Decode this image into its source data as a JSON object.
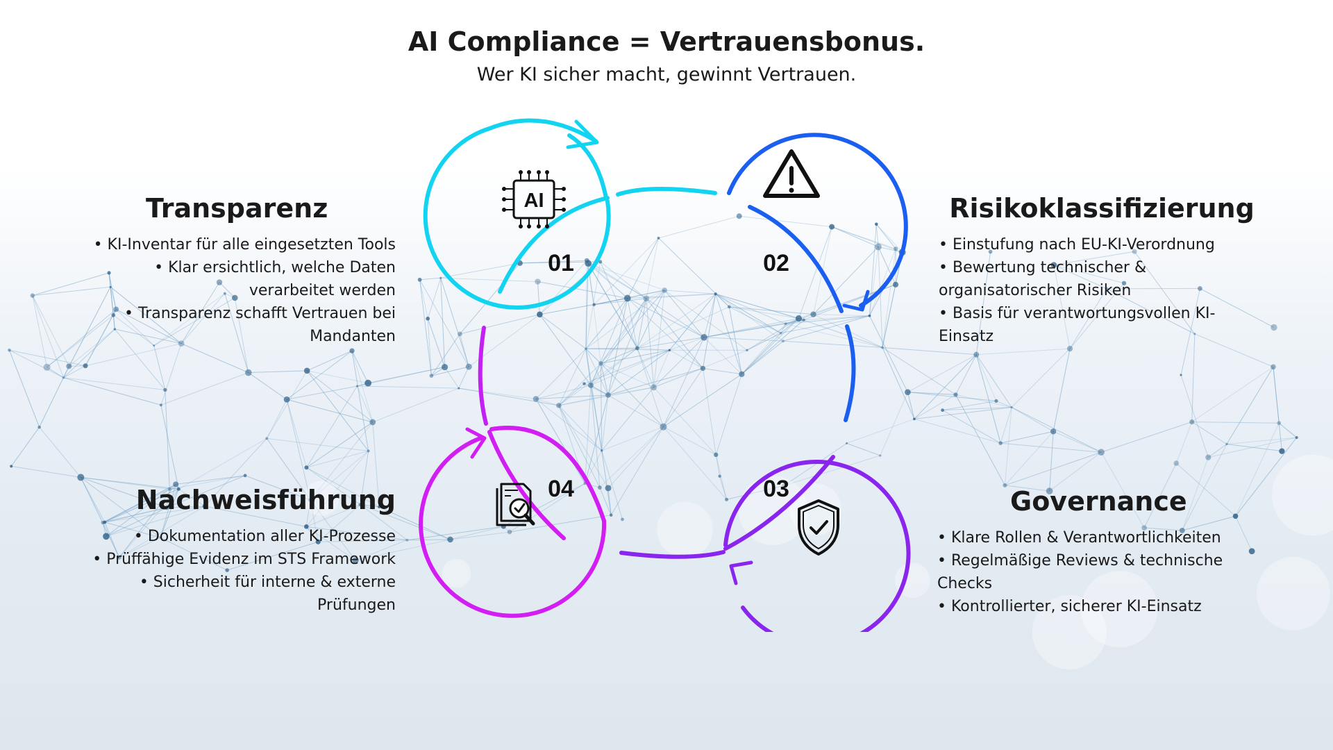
{
  "title": "AI Compliance = Vertrauensbonus.",
  "subtitle": "Wer KI sicher macht, gewinnt Vertrauen.",
  "colors": {
    "cyan": "#12d4f1",
    "blue": "#1a5ff0",
    "violet": "#8a25ee",
    "magenta": "#d21ef2"
  },
  "steps": [
    {
      "number": "01",
      "icon": "ai-chip-icon",
      "icon_text": "AI",
      "heading": "Transparenz",
      "items": [
        "• KI-Inventar für alle eingesetzten Tools",
        "• Klar ersichtlich, welche Daten verarbeitet werden",
        "• Transparenz schafft Vertrauen bei Mandanten"
      ]
    },
    {
      "number": "02",
      "icon": "warning-triangle-icon",
      "heading": "Risikoklassifizierung",
      "items": [
        "• Einstufung nach EU-KI-Verordnung",
        " • Bewertung technischer & organisatorischer Risiken",
        " • Basis für verantwortungsvollen KI-Einsatz"
      ]
    },
    {
      "number": "03",
      "icon": "shield-check-icon",
      "heading": "Governance",
      "items": [
        "• Klare Rollen & Verantwortlichkeiten",
        " • Regelmäßige Reviews & technische Checks",
        " • Kontrollierter, sicherer KI-Einsatz"
      ]
    },
    {
      "number": "04",
      "icon": "document-check-icon",
      "heading": "Nachweisführung",
      "items": [
        "• Dokumentation aller KI-Prozesse",
        "• Prüffähige Evidenz im STS Framework",
        "• Sicherheit für interne & externe Prüfungen"
      ]
    }
  ]
}
